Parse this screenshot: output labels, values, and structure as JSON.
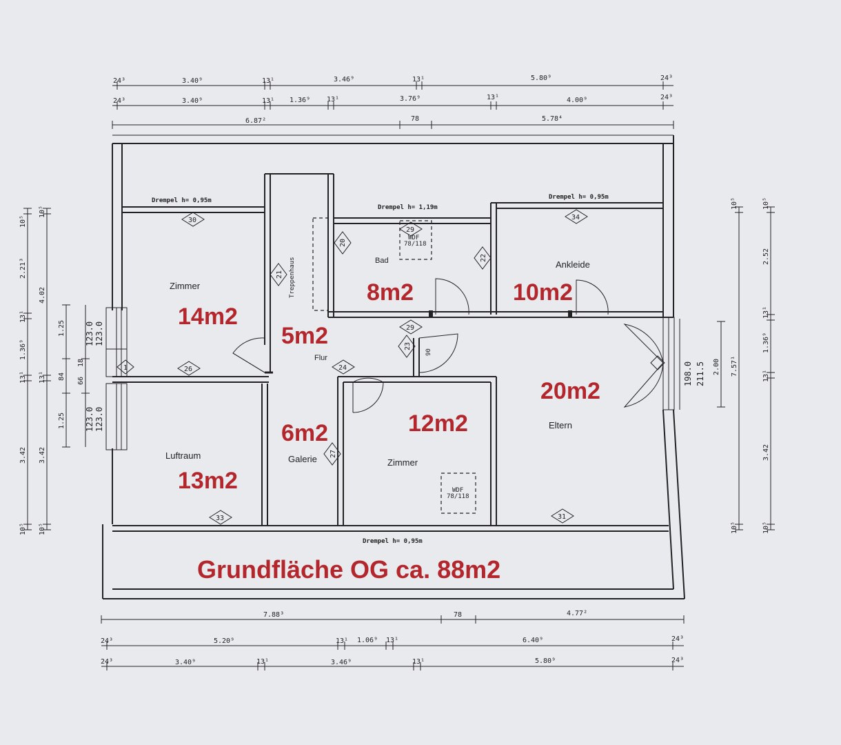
{
  "dimensions": {
    "top_row1": [
      "24³",
      "3.40⁹",
      "13¹",
      "3.46⁹",
      "13¹",
      "5.80⁹",
      "24³"
    ],
    "top_row2": [
      "24³",
      "3.40⁹",
      "13¹",
      "1.36⁹",
      "13¹",
      "3.76⁹",
      "13¹",
      "4.00⁹",
      "24³"
    ],
    "top_row3": [
      "6.87²",
      "78",
      "5.78⁴"
    ],
    "bottom_row1": [
      "7.88³",
      "78",
      "4.77²"
    ],
    "bottom_row2": [
      "24³",
      "5.20⁹",
      "13¹",
      "1.06⁹",
      "13¹",
      "6.40⁹",
      "24³"
    ],
    "bottom_row3": [
      "24³",
      "3.40⁹",
      "13¹",
      "3.46⁹",
      "13¹",
      "5.80⁹",
      "24³"
    ],
    "left_outer": [
      "10⁵",
      "2.21³",
      "13¹",
      "1.36⁹",
      "13¹",
      "3.42",
      "10⁵"
    ],
    "left_inner": [
      "10⁵",
      "4.02",
      "13¹",
      "3.42",
      "10⁵"
    ],
    "left_window": [
      "1.25",
      "18",
      "84",
      "66",
      "1.25"
    ],
    "left_window_size": [
      "123.0",
      "123.0",
      "123.0",
      "123.0"
    ],
    "right_door": [
      "198.0",
      "211.5",
      "2.00"
    ],
    "right_outer": [
      "10⁵",
      "7.57¹",
      "10⁵"
    ],
    "right_inner": [
      "10⁵",
      "2.52",
      "13¹",
      "1.36⁹",
      "13¹",
      "3.42",
      "10⁵"
    ]
  },
  "notes": {
    "drempel_left": "Drempel h= 0,95m",
    "drempel_bad": "Drempel h= 1,19m",
    "drempel_right": "Drempel h= 0,95m",
    "drempel_bottom": "Drempel h= 0,95m",
    "treppenhaus": "Treppenhaus",
    "wdf_top": "WDF",
    "wdf_top_size": "78/118",
    "wdf_bottom": "WDF",
    "wdf_bottom_size": "78/118",
    "door_90": "90"
  },
  "tags": [
    "30",
    "29",
    "20",
    "21",
    "22",
    "34",
    "26",
    "1",
    "24",
    "23",
    "29",
    "27",
    "33",
    "31"
  ],
  "rooms": {
    "zimmer_left": {
      "name": "Zimmer",
      "area": "14m2"
    },
    "bad": {
      "name": "Bad",
      "area": "8m2"
    },
    "ankleide": {
      "name": "Ankleide",
      "area": "10m2"
    },
    "flur": {
      "name": "Flur",
      "area": "5m2"
    },
    "eltern": {
      "name": "Eltern",
      "area": "20m2"
    },
    "zimmer_mid": {
      "name": "Zimmer",
      "area": "12m2"
    },
    "galerie": {
      "name": "Galerie",
      "area": "6m2"
    },
    "luftraum": {
      "name": "Luftraum",
      "area": "13m2"
    }
  },
  "summary": "Grundfläche OG ca. 88m2"
}
